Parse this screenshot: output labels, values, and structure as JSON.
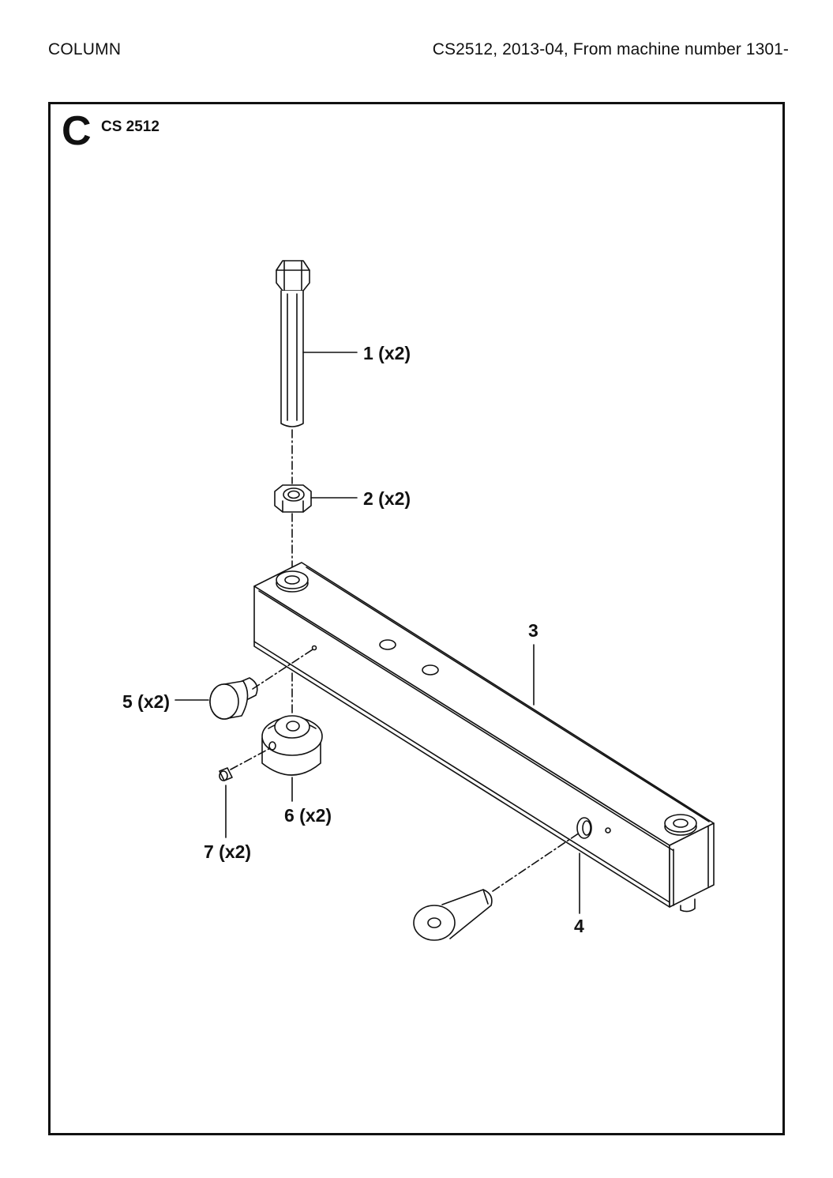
{
  "header": {
    "section_title": "COLUMN",
    "model_info": "CS2512, 2013-04, From machine number 1301-"
  },
  "section": {
    "letter": "C",
    "model": "CS 2512"
  },
  "callouts": {
    "c1": "1 (x2)",
    "c2": "2 (x2)",
    "c3": "3",
    "c4": "4",
    "c5": "5 (x2)",
    "c6": "6 (x2)",
    "c7": "7 (x2)"
  }
}
